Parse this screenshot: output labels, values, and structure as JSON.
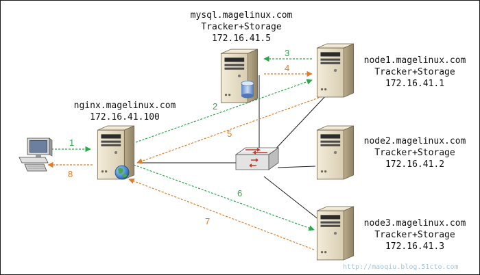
{
  "colors": {
    "green": "#2aa84a",
    "orange": "#e07b2a",
    "line": "#1a1a1a",
    "watermark": "#a7c3d9"
  },
  "nodes": {
    "mysql": {
      "host": "mysql.magelinux.com",
      "role": "Tracker+Storage",
      "ip": "172.16.41.5"
    },
    "nginx": {
      "host": "nginx.magelinux.com",
      "ip": "172.16.41.100"
    },
    "node1": {
      "host": "node1.magelinux.com",
      "role": "Tracker+Storage",
      "ip": "172.16.41.1"
    },
    "node2": {
      "host": "node2.magelinux.com",
      "role": "Tracker+Storage",
      "ip": "172.16.41.2"
    },
    "node3": {
      "host": "node3.magelinux.com",
      "role": "Tracker+Storage",
      "ip": "172.16.41.3"
    }
  },
  "steps": [
    "1",
    "2",
    "3",
    "4",
    "5",
    "6",
    "7",
    "8"
  ],
  "icons": {
    "client": "desktop-computer-icon",
    "server": "tower-server-icon",
    "database": "database-cylinder-icon",
    "globe": "globe-icon",
    "switch": "network-switch-icon"
  },
  "watermark": "http://maoqiu.blog.51cto.com"
}
